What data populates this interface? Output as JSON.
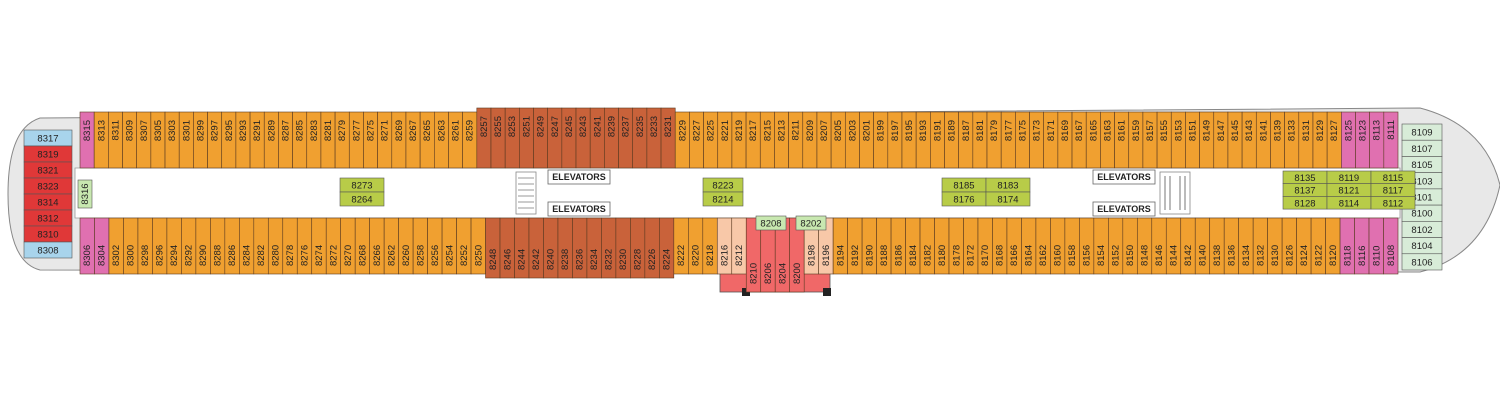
{
  "colors": {
    "orange": "#f0a030",
    "dark_orange": "#c9623a",
    "magenta": "#e070b0",
    "red": "#e03838",
    "salmon": "#f06868",
    "peach": "#f8c8a8",
    "light_blue": "#a8d4ec",
    "light_green": "#c8e8b0",
    "lime": "#b8cc48",
    "mint": "#d8ecd8",
    "corridor": "#ffffff",
    "hull": "#e8e8e8"
  },
  "labels": {
    "elevators": "ELEVATORS"
  },
  "top_row": [
    {
      "id": "8315",
      "c": "magenta"
    },
    {
      "id": "8313",
      "c": "orange"
    },
    {
      "id": "8311",
      "c": "orange"
    },
    {
      "id": "8309",
      "c": "orange"
    },
    {
      "id": "8307",
      "c": "orange"
    },
    {
      "id": "8305",
      "c": "orange"
    },
    {
      "id": "8303",
      "c": "orange"
    },
    {
      "id": "8301",
      "c": "orange"
    },
    {
      "id": "8299",
      "c": "orange"
    },
    {
      "id": "8297",
      "c": "orange"
    },
    {
      "id": "8295",
      "c": "orange"
    },
    {
      "id": "8293",
      "c": "orange"
    },
    {
      "id": "8291",
      "c": "orange"
    },
    {
      "id": "8289",
      "c": "orange"
    },
    {
      "id": "8287",
      "c": "orange"
    },
    {
      "id": "8285",
      "c": "orange"
    },
    {
      "id": "8283",
      "c": "orange"
    },
    {
      "id": "8281",
      "c": "orange"
    },
    {
      "id": "8279",
      "c": "orange"
    },
    {
      "id": "8277",
      "c": "orange"
    },
    {
      "id": "8275",
      "c": "orange"
    },
    {
      "id": "8271",
      "c": "orange"
    },
    {
      "id": "8269",
      "c": "orange"
    },
    {
      "id": "8267",
      "c": "orange"
    },
    {
      "id": "8265",
      "c": "orange"
    },
    {
      "id": "8263",
      "c": "orange"
    },
    {
      "id": "8261",
      "c": "orange"
    },
    {
      "id": "8259",
      "c": "orange"
    },
    {
      "id": "8257",
      "c": "dark_orange"
    },
    {
      "id": "8255",
      "c": "dark_orange"
    },
    {
      "id": "8253",
      "c": "dark_orange"
    },
    {
      "id": "8251",
      "c": "dark_orange"
    },
    {
      "id": "8249",
      "c": "dark_orange"
    },
    {
      "id": "8247",
      "c": "dark_orange"
    },
    {
      "id": "8245",
      "c": "dark_orange"
    },
    {
      "id": "8243",
      "c": "dark_orange"
    },
    {
      "id": "8241",
      "c": "dark_orange"
    },
    {
      "id": "8239",
      "c": "dark_orange"
    },
    {
      "id": "8237",
      "c": "dark_orange"
    },
    {
      "id": "8235",
      "c": "dark_orange"
    },
    {
      "id": "8233",
      "c": "dark_orange"
    },
    {
      "id": "8231",
      "c": "dark_orange"
    },
    {
      "id": "8229",
      "c": "orange"
    },
    {
      "id": "8227",
      "c": "orange"
    },
    {
      "id": "8225",
      "c": "orange"
    },
    {
      "id": "8221",
      "c": "orange"
    },
    {
      "id": "8219",
      "c": "orange"
    },
    {
      "id": "8217",
      "c": "orange"
    },
    {
      "id": "8215",
      "c": "orange"
    },
    {
      "id": "8213",
      "c": "orange"
    },
    {
      "id": "8211",
      "c": "orange"
    },
    {
      "id": "8209",
      "c": "orange"
    },
    {
      "id": "8207",
      "c": "orange"
    },
    {
      "id": "8205",
      "c": "orange"
    },
    {
      "id": "8203",
      "c": "orange"
    },
    {
      "id": "8201",
      "c": "orange"
    },
    {
      "id": "8199",
      "c": "orange"
    },
    {
      "id": "8197",
      "c": "orange"
    },
    {
      "id": "8195",
      "c": "orange"
    },
    {
      "id": "8193",
      "c": "orange"
    },
    {
      "id": "8191",
      "c": "orange"
    },
    {
      "id": "8189",
      "c": "orange"
    },
    {
      "id": "8187",
      "c": "orange"
    },
    {
      "id": "8181",
      "c": "orange"
    },
    {
      "id": "8179",
      "c": "orange"
    },
    {
      "id": "8177",
      "c": "orange"
    },
    {
      "id": "8175",
      "c": "orange"
    },
    {
      "id": "8173",
      "c": "orange"
    },
    {
      "id": "8171",
      "c": "orange"
    },
    {
      "id": "8169",
      "c": "orange"
    },
    {
      "id": "8167",
      "c": "orange"
    },
    {
      "id": "8165",
      "c": "orange"
    },
    {
      "id": "8163",
      "c": "orange"
    },
    {
      "id": "8161",
      "c": "orange"
    },
    {
      "id": "8159",
      "c": "orange"
    },
    {
      "id": "8157",
      "c": "orange"
    },
    {
      "id": "8155",
      "c": "orange"
    },
    {
      "id": "8153",
      "c": "orange"
    },
    {
      "id": "8151",
      "c": "orange"
    },
    {
      "id": "8149",
      "c": "orange"
    },
    {
      "id": "8147",
      "c": "orange"
    },
    {
      "id": "8145",
      "c": "orange"
    },
    {
      "id": "8143",
      "c": "orange"
    },
    {
      "id": "8141",
      "c": "orange"
    },
    {
      "id": "8139",
      "c": "orange"
    },
    {
      "id": "8133",
      "c": "orange"
    },
    {
      "id": "8131",
      "c": "orange"
    },
    {
      "id": "8129",
      "c": "orange"
    },
    {
      "id": "8127",
      "c": "orange"
    },
    {
      "id": "8125",
      "c": "magenta"
    },
    {
      "id": "8123",
      "c": "magenta"
    },
    {
      "id": "8113",
      "c": "magenta"
    },
    {
      "id": "8111",
      "c": "magenta"
    }
  ],
  "bottom_row": [
    {
      "id": "8306",
      "c": "magenta"
    },
    {
      "id": "8304",
      "c": "magenta"
    },
    {
      "id": "8302",
      "c": "orange"
    },
    {
      "id": "8300",
      "c": "orange"
    },
    {
      "id": "8298",
      "c": "orange"
    },
    {
      "id": "8296",
      "c": "orange"
    },
    {
      "id": "8294",
      "c": "orange"
    },
    {
      "id": "8292",
      "c": "orange"
    },
    {
      "id": "8290",
      "c": "orange"
    },
    {
      "id": "8288",
      "c": "orange"
    },
    {
      "id": "8286",
      "c": "orange"
    },
    {
      "id": "8284",
      "c": "orange"
    },
    {
      "id": "8282",
      "c": "orange"
    },
    {
      "id": "8280",
      "c": "orange"
    },
    {
      "id": "8278",
      "c": "orange"
    },
    {
      "id": "8276",
      "c": "orange"
    },
    {
      "id": "8274",
      "c": "orange"
    },
    {
      "id": "8272",
      "c": "orange"
    },
    {
      "id": "8270",
      "c": "orange"
    },
    {
      "id": "8268",
      "c": "orange"
    },
    {
      "id": "8266",
      "c": "orange"
    },
    {
      "id": "8262",
      "c": "orange"
    },
    {
      "id": "8260",
      "c": "orange"
    },
    {
      "id": "8258",
      "c": "orange"
    },
    {
      "id": "8256",
      "c": "orange"
    },
    {
      "id": "8254",
      "c": "orange"
    },
    {
      "id": "8252",
      "c": "orange"
    },
    {
      "id": "8250",
      "c": "orange"
    },
    {
      "id": "8248",
      "c": "dark_orange"
    },
    {
      "id": "8246",
      "c": "dark_orange"
    },
    {
      "id": "8244",
      "c": "dark_orange"
    },
    {
      "id": "8242",
      "c": "dark_orange"
    },
    {
      "id": "8240",
      "c": "dark_orange"
    },
    {
      "id": "8238",
      "c": "dark_orange"
    },
    {
      "id": "8236",
      "c": "dark_orange"
    },
    {
      "id": "8234",
      "c": "dark_orange"
    },
    {
      "id": "8232",
      "c": "dark_orange"
    },
    {
      "id": "8230",
      "c": "dark_orange"
    },
    {
      "id": "8228",
      "c": "dark_orange"
    },
    {
      "id": "8226",
      "c": "dark_orange"
    },
    {
      "id": "8224",
      "c": "dark_orange"
    },
    {
      "id": "8222",
      "c": "orange"
    },
    {
      "id": "8220",
      "c": "orange"
    },
    {
      "id": "8218",
      "c": "orange"
    },
    {
      "id": "8216",
      "c": "peach"
    },
    {
      "id": "8212",
      "c": "peach"
    },
    {
      "id": "8210",
      "c": "salmon"
    },
    {
      "id": "8206",
      "c": "salmon"
    },
    {
      "id": "8204",
      "c": "salmon"
    },
    {
      "id": "8200",
      "c": "salmon"
    },
    {
      "id": "8198",
      "c": "peach"
    },
    {
      "id": "8196",
      "c": "peach"
    },
    {
      "id": "8194",
      "c": "orange"
    },
    {
      "id": "8192",
      "c": "orange"
    },
    {
      "id": "8190",
      "c": "orange"
    },
    {
      "id": "8188",
      "c": "orange"
    },
    {
      "id": "8186",
      "c": "orange"
    },
    {
      "id": "8184",
      "c": "orange"
    },
    {
      "id": "8182",
      "c": "orange"
    },
    {
      "id": "8180",
      "c": "orange"
    },
    {
      "id": "8178",
      "c": "orange"
    },
    {
      "id": "8172",
      "c": "orange"
    },
    {
      "id": "8170",
      "c": "orange"
    },
    {
      "id": "8168",
      "c": "orange"
    },
    {
      "id": "8166",
      "c": "orange"
    },
    {
      "id": "8164",
      "c": "orange"
    },
    {
      "id": "8162",
      "c": "orange"
    },
    {
      "id": "8160",
      "c": "orange"
    },
    {
      "id": "8158",
      "c": "orange"
    },
    {
      "id": "8156",
      "c": "orange"
    },
    {
      "id": "8154",
      "c": "orange"
    },
    {
      "id": "8152",
      "c": "orange"
    },
    {
      "id": "8150",
      "c": "orange"
    },
    {
      "id": "8148",
      "c": "orange"
    },
    {
      "id": "8146",
      "c": "orange"
    },
    {
      "id": "8144",
      "c": "orange"
    },
    {
      "id": "8142",
      "c": "orange"
    },
    {
      "id": "8140",
      "c": "orange"
    },
    {
      "id": "8138",
      "c": "orange"
    },
    {
      "id": "8136",
      "c": "orange"
    },
    {
      "id": "8134",
      "c": "orange"
    },
    {
      "id": "8132",
      "c": "orange"
    },
    {
      "id": "8130",
      "c": "orange"
    },
    {
      "id": "8126",
      "c": "orange"
    },
    {
      "id": "8124",
      "c": "orange"
    },
    {
      "id": "8122",
      "c": "orange"
    },
    {
      "id": "8120",
      "c": "orange"
    },
    {
      "id": "8118",
      "c": "magenta"
    },
    {
      "id": "8116",
      "c": "magenta"
    },
    {
      "id": "8110",
      "c": "magenta"
    },
    {
      "id": "8108",
      "c": "magenta"
    }
  ],
  "left_stack": [
    {
      "id": "8317",
      "c": "light_blue"
    },
    {
      "id": "8319",
      "c": "red"
    },
    {
      "id": "8321",
      "c": "red"
    },
    {
      "id": "8323",
      "c": "red"
    },
    {
      "id": "8314",
      "c": "red"
    },
    {
      "id": "8312",
      "c": "red"
    },
    {
      "id": "8310",
      "c": "red"
    },
    {
      "id": "8308",
      "c": "light_blue"
    }
  ],
  "right_stack": [
    {
      "id": "8109",
      "c": "mint"
    },
    {
      "id": "8107",
      "c": "mint"
    },
    {
      "id": "8105",
      "c": "mint"
    },
    {
      "id": "8103",
      "c": "mint"
    },
    {
      "id": "8101",
      "c": "mint"
    },
    {
      "id": "8100",
      "c": "mint"
    },
    {
      "id": "8102",
      "c": "mint"
    },
    {
      "id": "8104",
      "c": "mint"
    },
    {
      "id": "8106",
      "c": "mint"
    }
  ],
  "inner_small": [
    {
      "id": "8316",
      "c": "light_green"
    },
    {
      "id": "8208",
      "c": "light_green"
    },
    {
      "id": "8202",
      "c": "light_green"
    }
  ],
  "inner_blocks": [
    {
      "id": "8273",
      "c": "lime"
    },
    {
      "id": "8264",
      "c": "lime"
    },
    {
      "id": "8223",
      "c": "lime"
    },
    {
      "id": "8214",
      "c": "lime"
    },
    {
      "id": "8185",
      "c": "lime"
    },
    {
      "id": "8183",
      "c": "lime"
    },
    {
      "id": "8176",
      "c": "lime"
    },
    {
      "id": "8174",
      "c": "lime"
    },
    {
      "id": "8135",
      "c": "lime"
    },
    {
      "id": "8119",
      "c": "lime"
    },
    {
      "id": "8115",
      "c": "lime"
    },
    {
      "id": "8137",
      "c": "lime"
    },
    {
      "id": "8121",
      "c": "lime"
    },
    {
      "id": "8117",
      "c": "lime"
    },
    {
      "id": "8128",
      "c": "lime"
    },
    {
      "id": "8114",
      "c": "lime"
    },
    {
      "id": "8112",
      "c": "lime"
    }
  ]
}
